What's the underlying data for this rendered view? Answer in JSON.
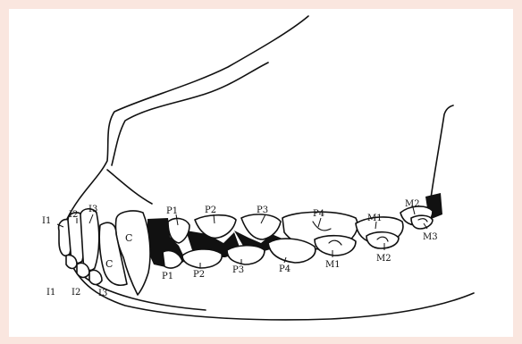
{
  "diagram": {
    "colors": {
      "background": "#fae6df",
      "panel": "#ffffff",
      "ink": "#111111"
    },
    "labels": {
      "upper_incisors": [
        "I1",
        "I2",
        "I3"
      ],
      "lower_incisors": [
        "I1",
        "I2",
        "I3"
      ],
      "upper_canine": "C",
      "lower_canine": "C",
      "upper_premolars": [
        "P1",
        "P2",
        "P3",
        "P4"
      ],
      "lower_premolars": [
        "P1",
        "P2",
        "P3",
        "P4"
      ],
      "upper_molars": [
        "M1",
        "M2"
      ],
      "lower_molars": [
        "M1",
        "M2",
        "M3"
      ]
    }
  }
}
